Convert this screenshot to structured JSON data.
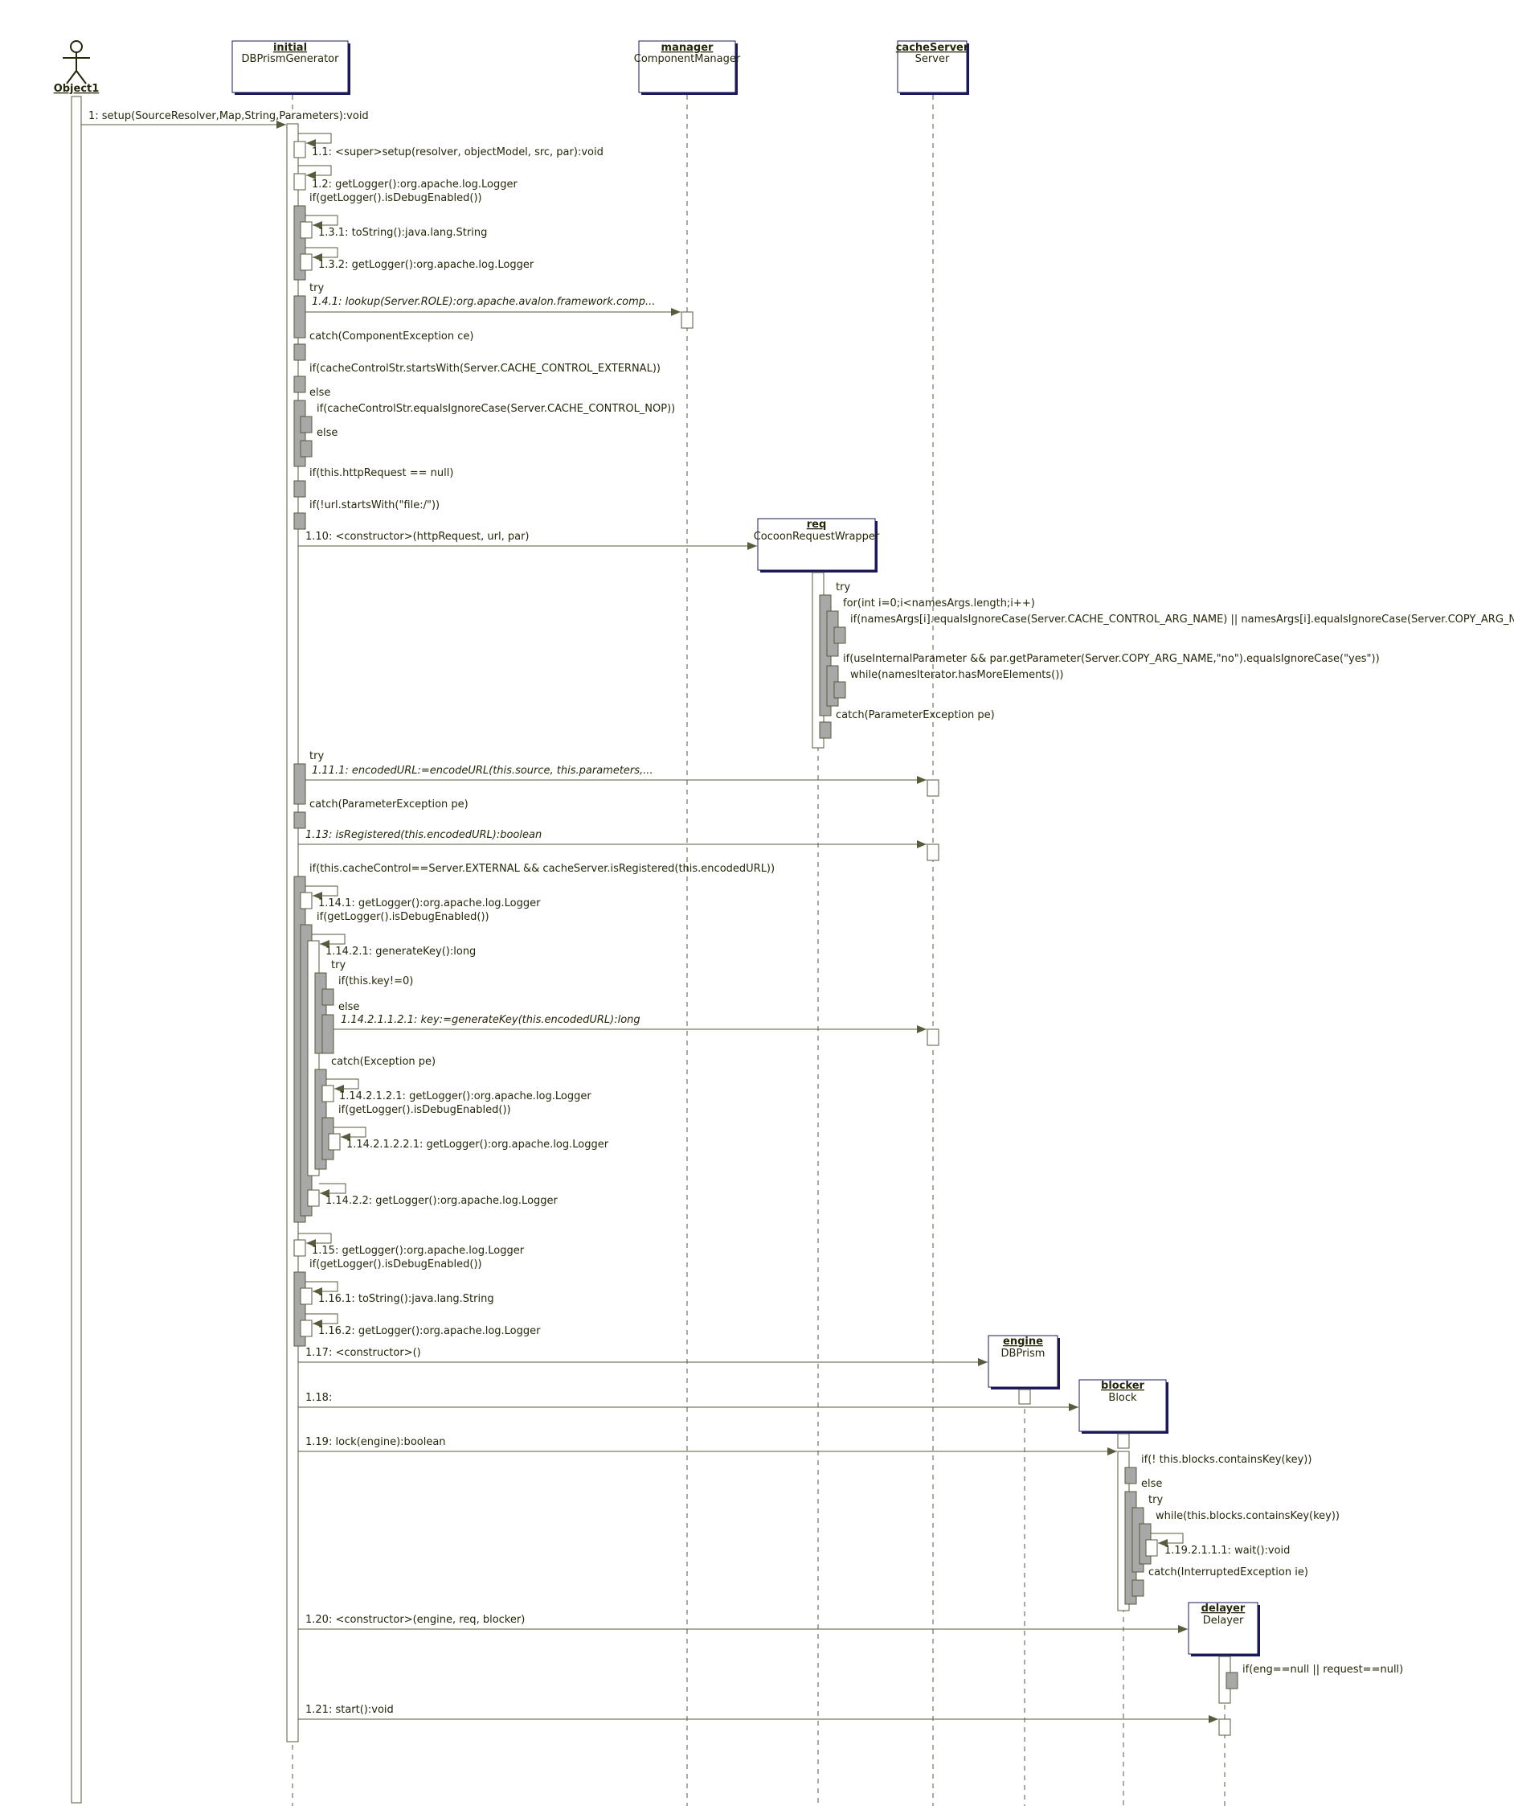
{
  "diagram": {
    "lifelines": [
      {
        "id": "object1",
        "name": "Object1",
        "type": "",
        "kind": "actor"
      },
      {
        "id": "initial",
        "name": "initial",
        "type": "DBPrismGenerator"
      },
      {
        "id": "manager",
        "name": "manager",
        "type": "ComponentManager"
      },
      {
        "id": "cacheServer",
        "name": "cacheServer",
        "type": "Server"
      },
      {
        "id": "req",
        "name": "req",
        "type": "CocoonRequestWrapper"
      },
      {
        "id": "engine",
        "name": "engine",
        "type": "DBPrism"
      },
      {
        "id": "blocker",
        "name": "blocker",
        "type": "Block"
      },
      {
        "id": "delayer",
        "name": "delayer",
        "type": "Delayer"
      }
    ],
    "messages": [
      {
        "text": "1: setup(SourceResolver,Map,String,Parameters):void",
        "italic": false
      },
      {
        "text": "1.1: <super>setup(resolver, objectModel, src, par):void",
        "italic": false
      },
      {
        "text": "1.2: getLogger():org.apache.log.Logger",
        "italic": false
      },
      {
        "text": "1.3.1: toString():java.lang.String",
        "italic": false
      },
      {
        "text": "1.3.2: getLogger():org.apache.log.Logger",
        "italic": false
      },
      {
        "text": "1.4.1: lookup(Server.ROLE):org.apache.avalon.framework.comp...",
        "italic": true
      },
      {
        "text": "1.10: <constructor>(httpRequest, url, par)",
        "italic": false
      },
      {
        "text": "1.11.1: encodedURL:=encodeURL(this.source, this.parameters,...",
        "italic": true
      },
      {
        "text": "1.13: isRegistered(this.encodedURL):boolean",
        "italic": true
      },
      {
        "text": "1.14.1: getLogger():org.apache.log.Logger",
        "italic": false
      },
      {
        "text": "1.14.2.1: generateKey():long",
        "italic": false
      },
      {
        "text": "1.14.2.1.1.2.1: key:=generateKey(this.encodedURL):long",
        "italic": true
      },
      {
        "text": "1.14.2.1.2.1: getLogger():org.apache.log.Logger",
        "italic": false
      },
      {
        "text": "1.14.2.1.2.2.1: getLogger():org.apache.log.Logger",
        "italic": false
      },
      {
        "text": "1.14.2.2: getLogger():org.apache.log.Logger",
        "italic": false
      },
      {
        "text": "1.15: getLogger():org.apache.log.Logger",
        "italic": false
      },
      {
        "text": "1.16.1: toString():java.lang.String",
        "italic": false
      },
      {
        "text": "1.16.2: getLogger():org.apache.log.Logger",
        "italic": false
      },
      {
        "text": "1.17: <constructor>()",
        "italic": false
      },
      {
        "text": "1.18:",
        "italic": false
      },
      {
        "text": "1.19: lock(engine):boolean",
        "italic": false
      },
      {
        "text": "1.19.2.1.1.1: wait():void",
        "italic": false
      },
      {
        "text": "1.20: <constructor>(engine, req, blocker)",
        "italic": false
      },
      {
        "text": "1.21: start():void",
        "italic": false
      }
    ],
    "conditions": [
      "if(getLogger().isDebugEnabled())",
      "try",
      "catch(ComponentException ce)",
      "if(cacheControlStr.startsWith(Server.CACHE_CONTROL_EXTERNAL))",
      "else",
      "if(cacheControlStr.equalsIgnoreCase(Server.CACHE_CONTROL_NOP))",
      "else",
      "if(this.httpRequest == null)",
      "if(!url.startsWith(\"file:/\"))",
      "try",
      "for(int i=0;i<namesArgs.length;i++)",
      "if(namesArgs[i].equalsIgnoreCase(Server.CACHE_CONTROL_ARG_NAME) || namesArgs[i].equalsIgnoreCase(Server.COPY_ARG_NAME))",
      "if(useInternalParameter && par.getParameter(Server.COPY_ARG_NAME,\"no\").equalsIgnoreCase(\"yes\"))",
      "while(namesIterator.hasMoreElements())",
      "catch(ParameterException pe)",
      "try",
      "catch(ParameterException pe)",
      "if(this.cacheControl==Server.EXTERNAL && cacheServer.isRegistered(this.encodedURL))",
      "if(getLogger().isDebugEnabled())",
      "try",
      "if(this.key!=0)",
      "else",
      "catch(Exception pe)",
      "if(getLogger().isDebugEnabled())",
      "if(getLogger().isDebugEnabled())",
      "if(! this.blocks.containsKey(key))",
      "else",
      "try",
      "while(this.blocks.containsKey(key))",
      "catch(InterruptedException ie)",
      "if(eng==null || request==null)"
    ],
    "colors": {
      "line": "#5a5a3c",
      "box_shadow": "#1a1a5a",
      "activation_fill": "#a8a8a8",
      "text": "#26260a"
    }
  }
}
